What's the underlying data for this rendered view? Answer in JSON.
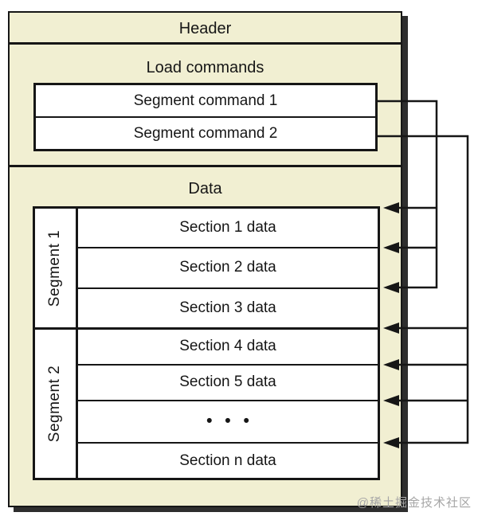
{
  "header": {
    "label": "Header"
  },
  "load_commands": {
    "label": "Load commands",
    "items": [
      "Segment command 1",
      "Segment command 2"
    ]
  },
  "data_region": {
    "label": "Data",
    "segments": [
      {
        "label": "Segment 1",
        "sections": [
          "Section 1 data",
          "Section 2 data",
          "Section 3 data"
        ]
      },
      {
        "label": "Segment 2",
        "sections": [
          "Section 4 data",
          "Section 5 data",
          "• • •",
          "Section n data"
        ]
      }
    ]
  },
  "colors": {
    "box_fill": "#f1efd2",
    "line": "#161616",
    "shadow": "#2e2e2e",
    "watermark": "#a6a6a6"
  },
  "watermark": "@稀土掘金技术社区"
}
